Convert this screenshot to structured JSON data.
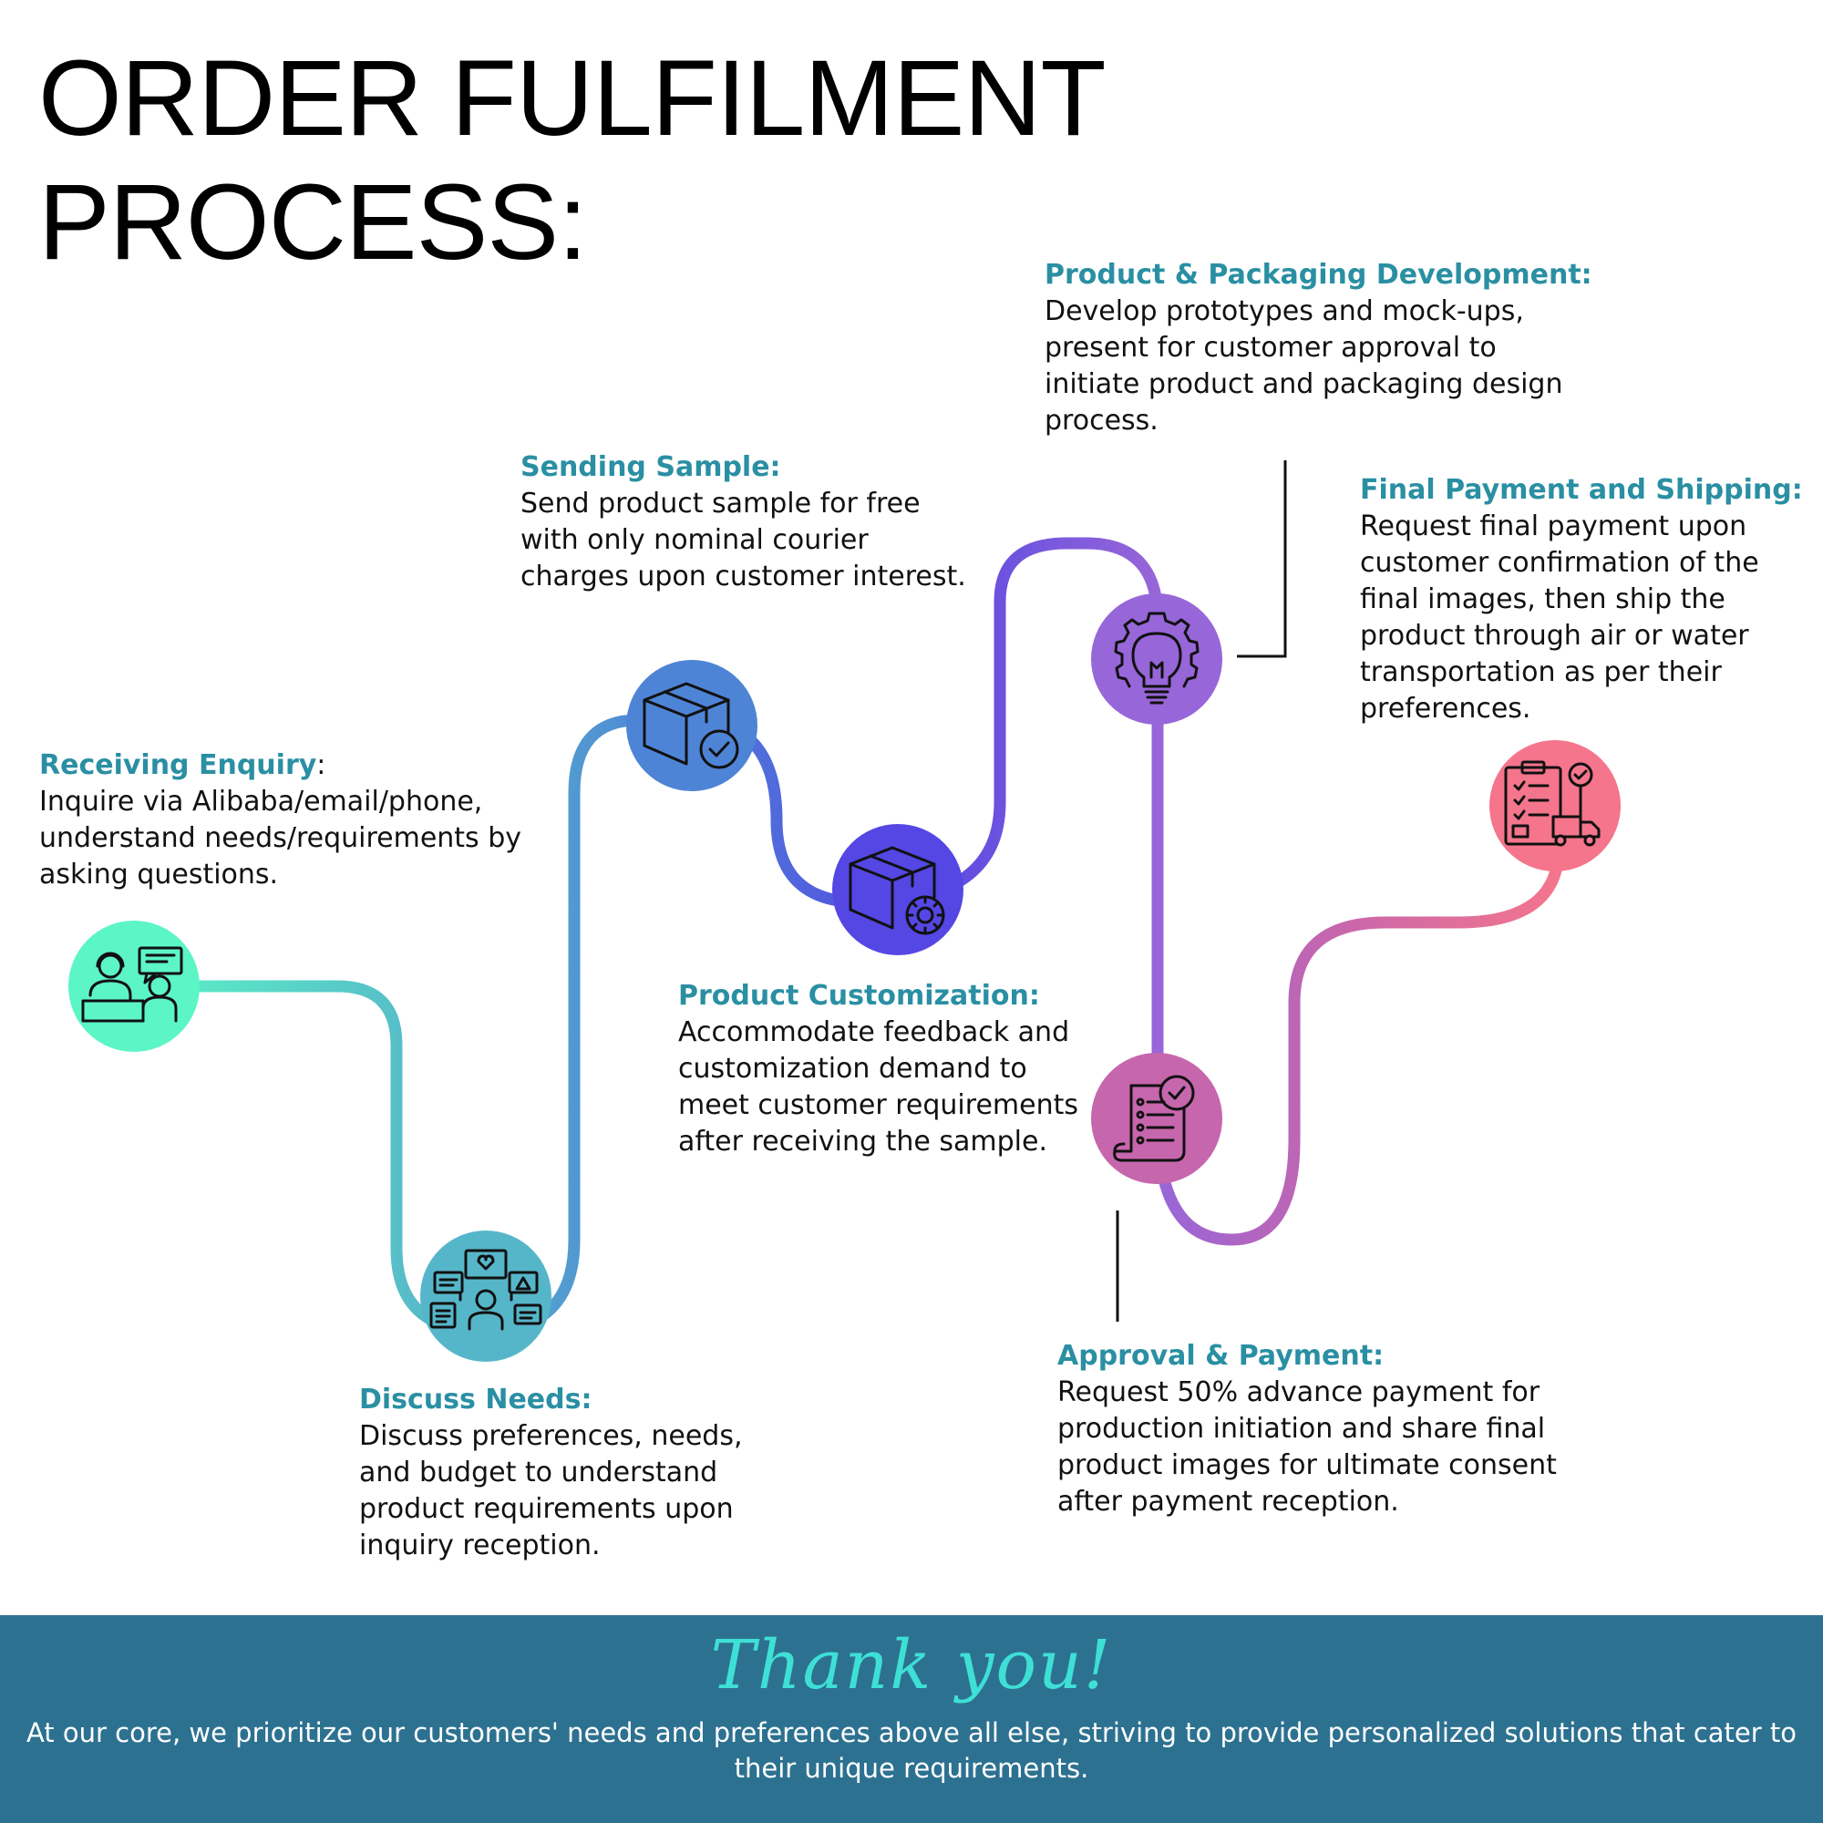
{
  "title": {
    "line1": "ORDER FULFILMENT",
    "line2": "PROCESS:"
  },
  "steps": [
    {
      "id": "receiving",
      "heading": "Receiving Enquiry",
      "suffix": ":",
      "text": "Inquire via Alibaba/email/phone, understand needs/requirements by asking questions.",
      "color": "#5cf5c6",
      "icon": "customer-service-icon"
    },
    {
      "id": "discuss",
      "heading": "Discuss Needs:",
      "suffix": "",
      "text": "Discuss preferences, needs, and budget to understand product requirements upon inquiry reception.",
      "color": "#56b6c9",
      "icon": "discussion-icon"
    },
    {
      "id": "sample",
      "heading": "Sending Sample:",
      "suffix": "",
      "text": "Send product sample for free with only nominal courier charges upon customer interest.",
      "color": "#4e84d6",
      "icon": "box-check-icon"
    },
    {
      "id": "customization",
      "heading": "Product Customization:",
      "suffix": "",
      "text": "Accommodate feedback and customization demand to meet customer requirements after receiving the sample.",
      "color": "#5447e3",
      "icon": "box-gear-icon"
    },
    {
      "id": "development",
      "heading": "Product & Packaging Development:",
      "suffix": "",
      "text": "Develop prototypes and mock-ups, present for customer approval to initiate product and packaging design process.",
      "color": "#9766d8",
      "icon": "lightbulb-gear-icon"
    },
    {
      "id": "approval",
      "heading": "Approval & Payment:",
      "suffix": "",
      "text": "Request 50% advance payment for production initiation and share final product images for ultimate consent after payment reception.",
      "color": "#c666ad",
      "icon": "invoice-check-icon"
    },
    {
      "id": "shipping",
      "heading": "Final Payment and Shipping:",
      "suffix": "",
      "text": "Request final payment upon customer confirmation of the final images, then ship the product through air or water transportation as per their preferences.",
      "color": "#f4758c",
      "icon": "clipboard-truck-icon"
    }
  ],
  "footer": {
    "thanks": "Thank you!",
    "text": "At our core, we prioritize our customers' needs and preferences above all else, striving to provide personalized solutions that cater to their unique requirements."
  }
}
